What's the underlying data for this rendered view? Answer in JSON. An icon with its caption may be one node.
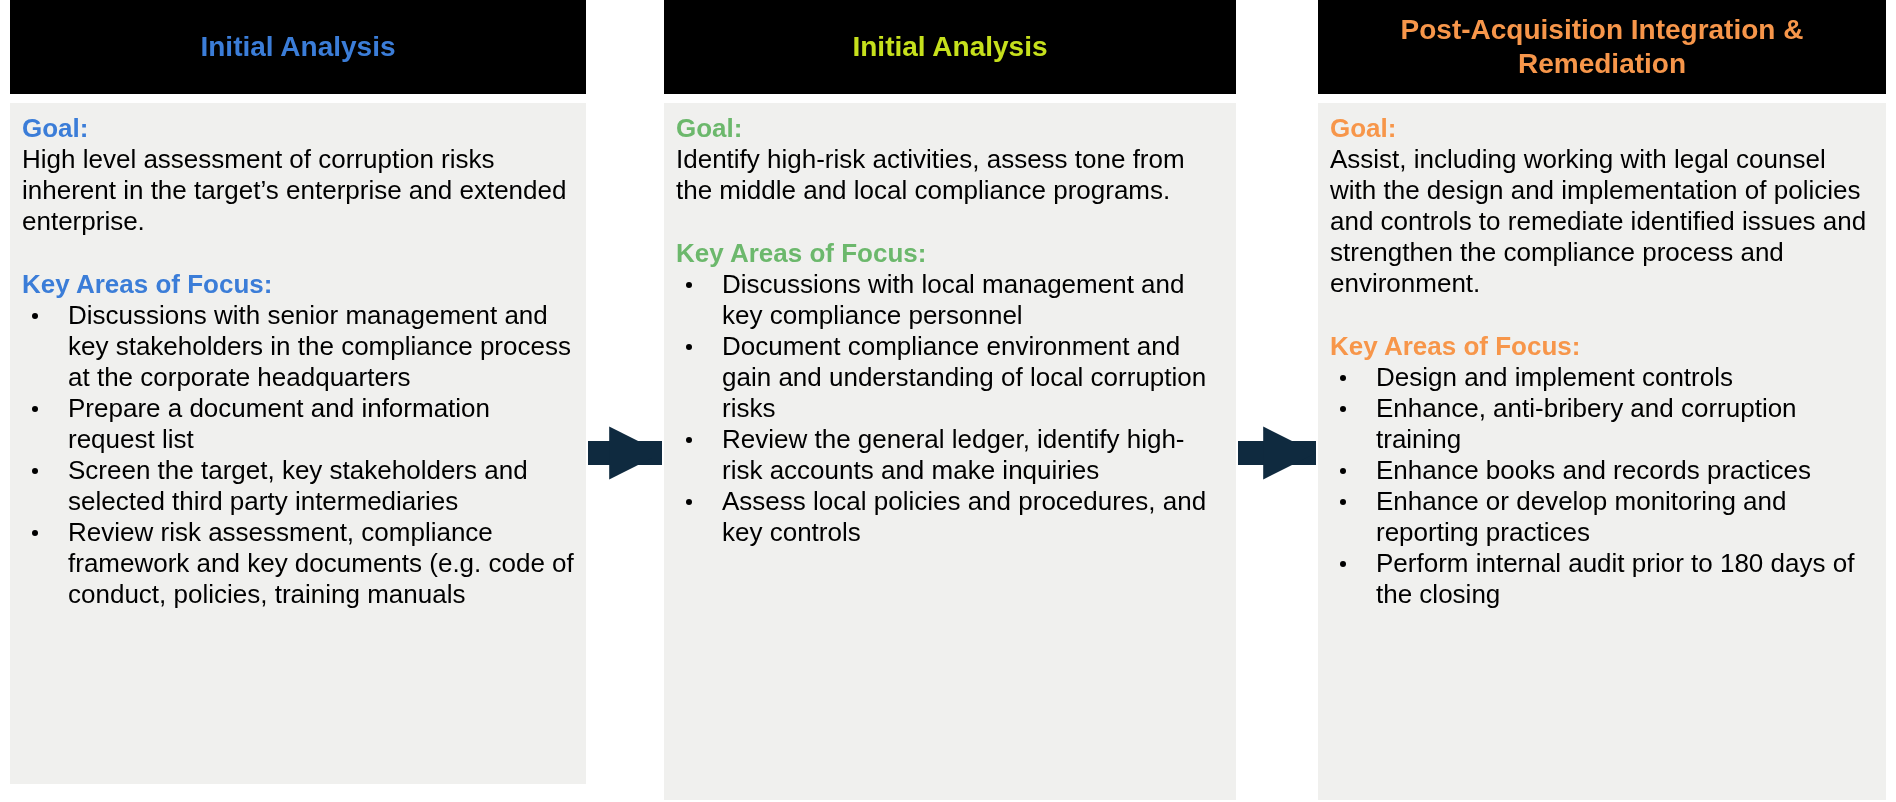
{
  "diagram": {
    "nodes": [
      {
        "text": [
          "Initial Analysis"
        ]
      },
      {
        "text": [
          "Goal:",
          "High level assessment of corruption risks inherent in the target’s enterprise and extended enterprise.",
          "Key Areas of Focus:",
          "Discussions with senior management and key stakeholders in the compliance process at the corporate headquarters",
          "Prepare a document and information request list",
          "Screen the target, key stakeholders and selected third party intermediaries",
          "Review risk assessment, compliance framework and key documents (e.g. code of conduct, policies, training manuals"
        ]
      },
      {
        "text": [
          "Initial Analysis"
        ]
      },
      {
        "text": [
          "Goal:",
          "Identify high-risk activities, assess tone from the middle and local compliance programs.",
          "Key Areas of Focus:",
          "Discussions with local management and key compliance personnel",
          "Document compliance environment and gain and understanding of local corruption risks",
          "Review the general ledger, identify high-risk accounts and make inquiries",
          "Assess local policies and procedures, and key controls"
        ]
      },
      {
        "text": [
          "Post-Acquisition Integration & Remediation"
        ]
      },
      {
        "text": [
          "Goal:",
          "Assist, including working with legal counsel with the design and implementation of policies and controls to remediate identified issues and strengthen the compliance process and environment.",
          "Key Areas of Focus:",
          "Design and implement controls",
          "Enhance, anti-bribery and corruption training",
          "Enhance books and records practices",
          "Enhance or develop monitoring and reporting practices",
          "Perform internal audit prior to 180 days of the closing"
        ]
      }
    ],
    "edges": [
      {
        "from": 1,
        "to": 3,
        "arrow": "to"
      },
      {
        "from": 3,
        "to": 5,
        "arrow": "to"
      }
    ]
  }
}
